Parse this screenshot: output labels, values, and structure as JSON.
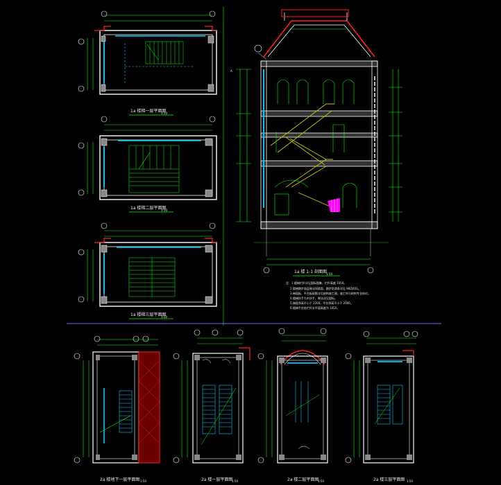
{
  "colors": {
    "background": "#000000",
    "wall": "#ffffff",
    "green": "#00ff00",
    "cyan": "#00c8ff",
    "red": "#ff2020",
    "yellow": "#c8c800",
    "magenta": "#ff00ff",
    "divider": "#6a6aff"
  },
  "drawings": {
    "plan_1": {
      "caption": "1a 楼梯一层平面图",
      "scale": "1:50"
    },
    "plan_2": {
      "caption": "1a 楼梯二层平面图",
      "scale": "1:50"
    },
    "plan_3": {
      "caption": "1a 楼梯三层平面图",
      "scale": "1:50"
    },
    "section": {
      "caption": "1a 楼 1-1 剖面图",
      "scale": "1:50"
    },
    "plan_b1": {
      "caption": "2a 楼地下一层平面图",
      "scale": "1:50"
    },
    "plan_b2": {
      "caption": "2a 楼一层平面图",
      "scale": "1:50"
    },
    "plan_b3": {
      "caption": "2a 楼二层平面图",
      "scale": "1:50"
    },
    "plan_b4": {
      "caption": "2a 楼三层平面图",
      "scale": "1:50"
    }
  },
  "section_notes": [
    "注：1.楼梯栏杆详见国标图集，栏杆高度 1050。",
    "2.楼梯踏步面层做法同楼面，踏步防滑条详见 98ZJ401。",
    "3.梯段板、平台板配筋详见结构施工图，施工时与结构专业核对。",
    "4.楼梯扶手为木扶手，做法详见国标。",
    "5.梯段净高不小于 2200，平台净高不小于 2000。",
    "6.楼梯平台处栏杆水平段高度为 1050。"
  ]
}
